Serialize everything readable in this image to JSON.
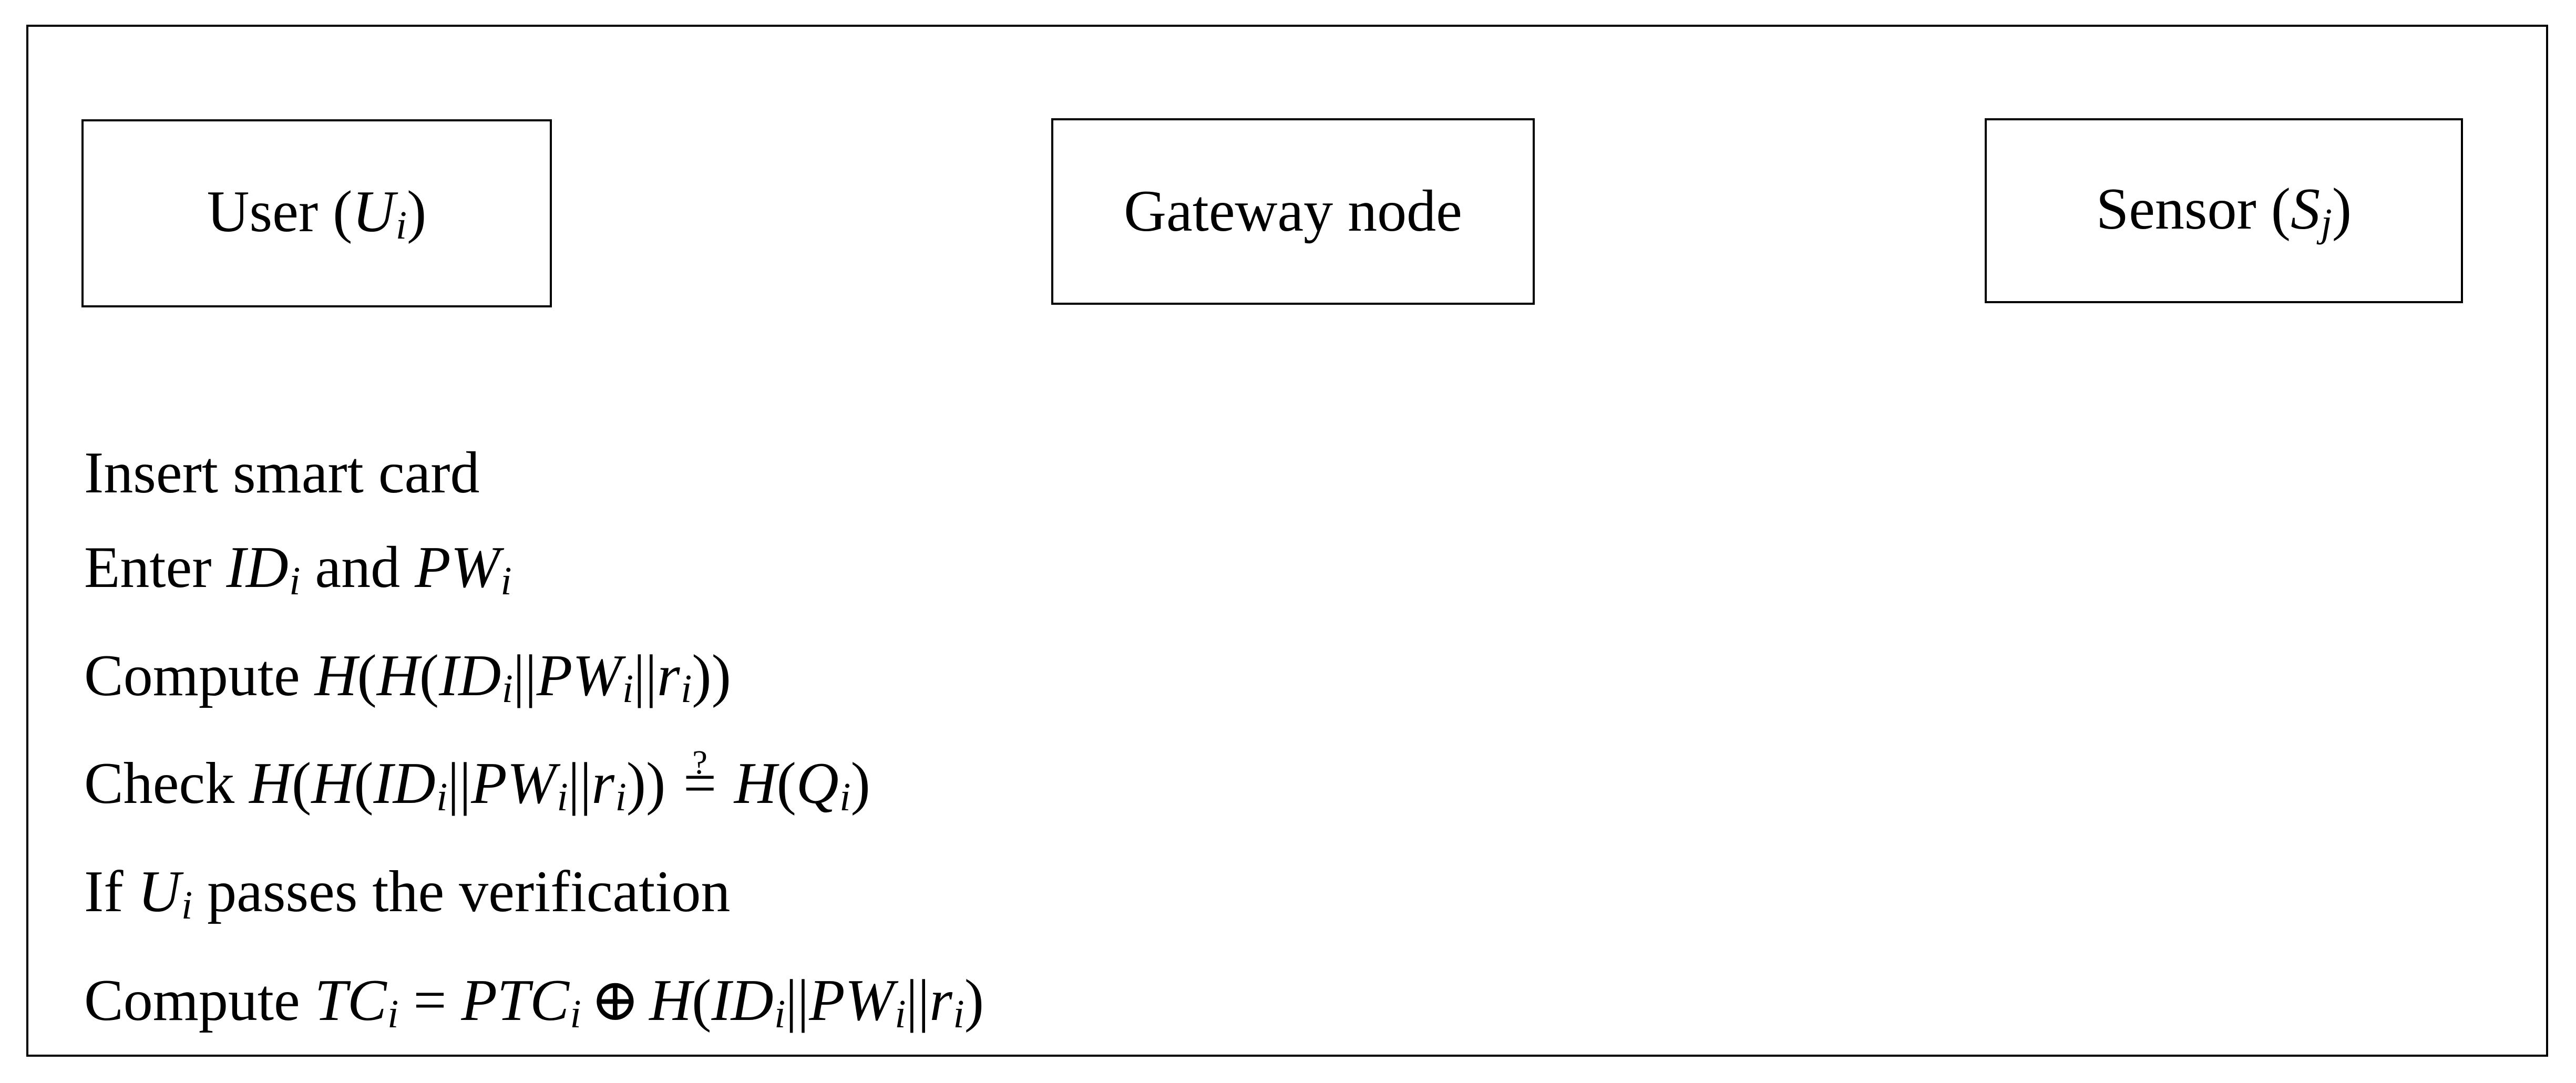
{
  "figure": {
    "colors": {
      "ink": "#000000",
      "background": "#ffffff"
    },
    "entities": [
      {
        "id": "user",
        "label": [
          {
            "k": "t",
            "v": "User ("
          },
          {
            "k": "v",
            "v": "U"
          },
          {
            "k": "sub",
            "v": "i"
          },
          {
            "k": "t",
            "v": ")"
          }
        ]
      },
      {
        "id": "gateway",
        "label": [
          {
            "k": "t",
            "v": "Gateway node"
          }
        ]
      },
      {
        "id": "sensor",
        "label": [
          {
            "k": "t",
            "v": "Sensor ("
          },
          {
            "k": "v",
            "v": "S"
          },
          {
            "k": "sub",
            "v": "j"
          },
          {
            "k": "t",
            "v": ")"
          }
        ]
      }
    ],
    "steps": [
      [
        {
          "k": "t",
          "v": "Insert smart card"
        }
      ],
      [
        {
          "k": "t",
          "v": "Enter "
        },
        {
          "k": "v",
          "v": "ID"
        },
        {
          "k": "sub",
          "v": "i"
        },
        {
          "k": "t",
          "v": " and "
        },
        {
          "k": "v",
          "v": "PW"
        },
        {
          "k": "sub",
          "v": "i"
        }
      ],
      [
        {
          "k": "t",
          "v": "Compute "
        },
        {
          "k": "v",
          "v": "H"
        },
        {
          "k": "t",
          "v": "("
        },
        {
          "k": "v",
          "v": "H"
        },
        {
          "k": "t",
          "v": "("
        },
        {
          "k": "v",
          "v": "ID"
        },
        {
          "k": "sub",
          "v": "i"
        },
        {
          "k": "t",
          "v": "||"
        },
        {
          "k": "v",
          "v": "PW"
        },
        {
          "k": "sub",
          "v": "i"
        },
        {
          "k": "t",
          "v": "||"
        },
        {
          "k": "v",
          "v": "r"
        },
        {
          "k": "sub",
          "v": "i"
        },
        {
          "k": "t",
          "v": "))"
        }
      ],
      [
        {
          "k": "t",
          "v": "Check "
        },
        {
          "k": "v",
          "v": "H"
        },
        {
          "k": "t",
          "v": "("
        },
        {
          "k": "v",
          "v": "H"
        },
        {
          "k": "t",
          "v": "("
        },
        {
          "k": "v",
          "v": "ID"
        },
        {
          "k": "sub",
          "v": "i"
        },
        {
          "k": "t",
          "v": "||"
        },
        {
          "k": "v",
          "v": "PW"
        },
        {
          "k": "sub",
          "v": "i"
        },
        {
          "k": "t",
          "v": "||"
        },
        {
          "k": "v",
          "v": "r"
        },
        {
          "k": "sub",
          "v": "i"
        },
        {
          "k": "t",
          "v": "))"
        },
        {
          "k": "qeq",
          "top": "?",
          "eq": "="
        },
        {
          "k": "v",
          "v": "H"
        },
        {
          "k": "t",
          "v": "("
        },
        {
          "k": "v",
          "v": "Q"
        },
        {
          "k": "sub",
          "v": "i"
        },
        {
          "k": "t",
          "v": ")"
        }
      ],
      [
        {
          "k": "t",
          "v": "If "
        },
        {
          "k": "v",
          "v": "U"
        },
        {
          "k": "sub",
          "v": "i"
        },
        {
          "k": "t",
          "v": " passes the verification"
        }
      ],
      [
        {
          "k": "t",
          "v": "Compute "
        },
        {
          "k": "v",
          "v": "TC"
        },
        {
          "k": "sub",
          "v": "i"
        },
        {
          "k": "t",
          "v": " = "
        },
        {
          "k": "v",
          "v": "PTC"
        },
        {
          "k": "sub",
          "v": "i"
        },
        {
          "k": "oplus",
          "v": "⊕"
        },
        {
          "k": "v",
          "v": "H"
        },
        {
          "k": "t",
          "v": "("
        },
        {
          "k": "v",
          "v": "ID"
        },
        {
          "k": "sub",
          "v": "i"
        },
        {
          "k": "t",
          "v": "||"
        },
        {
          "k": "v",
          "v": "PW"
        },
        {
          "k": "sub",
          "v": "i"
        },
        {
          "k": "t",
          "v": "||"
        },
        {
          "k": "v",
          "v": "r"
        },
        {
          "k": "sub",
          "v": "i"
        },
        {
          "k": "t",
          "v": ")"
        }
      ]
    ]
  }
}
